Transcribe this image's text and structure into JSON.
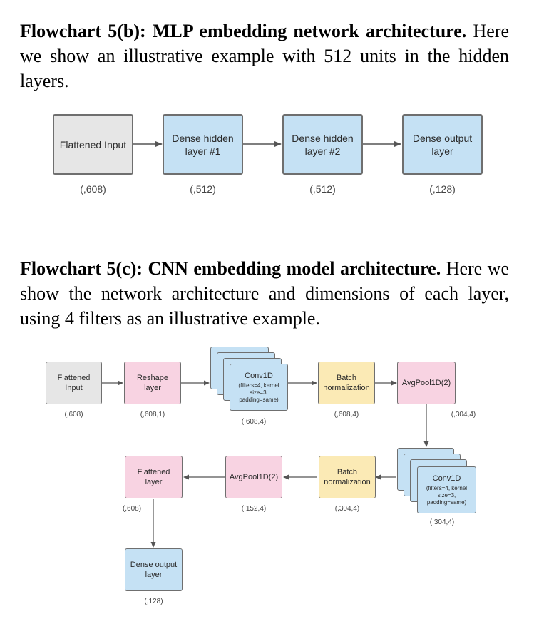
{
  "mlp_caption": {
    "bold": "Flowchart 5(b): MLP embedding network architecture.",
    "text": " Here we show an illustrative example with 512 units in the hidden layers."
  },
  "mlp": {
    "nodes": [
      {
        "label": "Flattened Input",
        "dim": "(,608)"
      },
      {
        "label": "Dense hidden layer #1",
        "dim": "(,512)"
      },
      {
        "label": "Dense hidden layer #2",
        "dim": "(,512)"
      },
      {
        "label": "Dense output layer",
        "dim": "(,128)"
      }
    ]
  },
  "cnn_caption": {
    "bold": "Flowchart 5(c): CNN embedding model architecture.",
    "text": " Here we show the network architecture and dimensions of each layer, using 4 filters as an illustrative example."
  },
  "cnn": {
    "nodes": {
      "flattened_input": {
        "label": "Flattened Input",
        "dim": "(,608)"
      },
      "reshape": {
        "label": "Reshape layer",
        "dim": "(,608,1)"
      },
      "conv1": {
        "title": "Conv1D",
        "params": "(filters=4, kernel size=3, padding=same)",
        "dim": "(,608,4)"
      },
      "batchnorm1": {
        "label": "Batch normalization",
        "dim": "(,608,4)"
      },
      "avgpool1": {
        "label": "AvgPool1D(2)",
        "dim": "(,304,4)"
      },
      "conv2": {
        "title": "Conv1D",
        "params": "(filters=4, kernel size=3, padding=same)",
        "dim": "(,304,4)"
      },
      "batchnorm2": {
        "label": "Batch normalization",
        "dim": "(,304,4)"
      },
      "avgpool2": {
        "label": "AvgPool1D(2)",
        "dim": "(,152,4)"
      },
      "flattened_layer": {
        "label": "Flattened layer",
        "dim": "(,608)"
      },
      "dense_output": {
        "label": "Dense output layer",
        "dim": "(,128)"
      }
    }
  },
  "colors": {
    "input": "#e6e6e6",
    "dense_conv": "#c5e1f4",
    "reshape_pool_flatten": "#f8d3e2",
    "batchnorm": "#fbeab5",
    "border": "#6f6f6f",
    "arrow": "#555555"
  }
}
